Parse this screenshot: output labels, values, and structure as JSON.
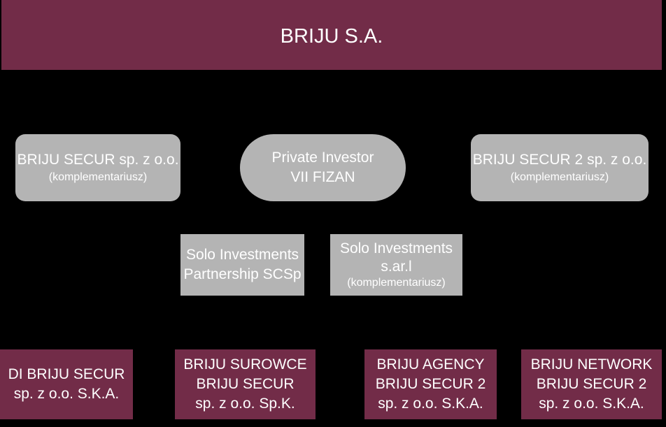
{
  "top": {
    "label": "BRIJU S.A."
  },
  "middle_row": {
    "secur1": {
      "line1": "BRIJU SECUR sp. z o.o.",
      "line2": "(komplementariusz)"
    },
    "fizan": {
      "line1": "Private Investor",
      "line2": "VII FIZAN"
    },
    "secur2": {
      "line1": "BRIJU SECUR 2 sp. z o.o.",
      "line2": "(komplementariusz)"
    }
  },
  "solo_row": {
    "scsp": {
      "line1": "Solo Investments",
      "line2": "Partnership SCSp"
    },
    "sarl": {
      "line1": "Solo Investments",
      "line2": "s.ar.l",
      "line3": "(komplementariusz)"
    }
  },
  "bottom_row": {
    "di_briju": {
      "line1": "DI BRIJU SECUR",
      "line2": "sp. z o.o. S.K.A."
    },
    "surowce": {
      "line1": "BRIJU SUROWCE",
      "line2": "BRIJU SECUR",
      "line3": "sp. z o.o. Sp.K."
    },
    "agency": {
      "line1": "BRIJU AGENCY",
      "line2": "BRIJU SECUR 2",
      "line3": "sp. z o.o. S.K.A."
    },
    "network": {
      "line1": "BRIJU NETWORK",
      "line2": "BRIJU SECUR 2",
      "line3": "sp. z o.o. S.K.A."
    }
  },
  "colors": {
    "background": "#000000",
    "maroon": "#722c48",
    "grey": "#b4b4b4",
    "text": "#ffffff"
  }
}
